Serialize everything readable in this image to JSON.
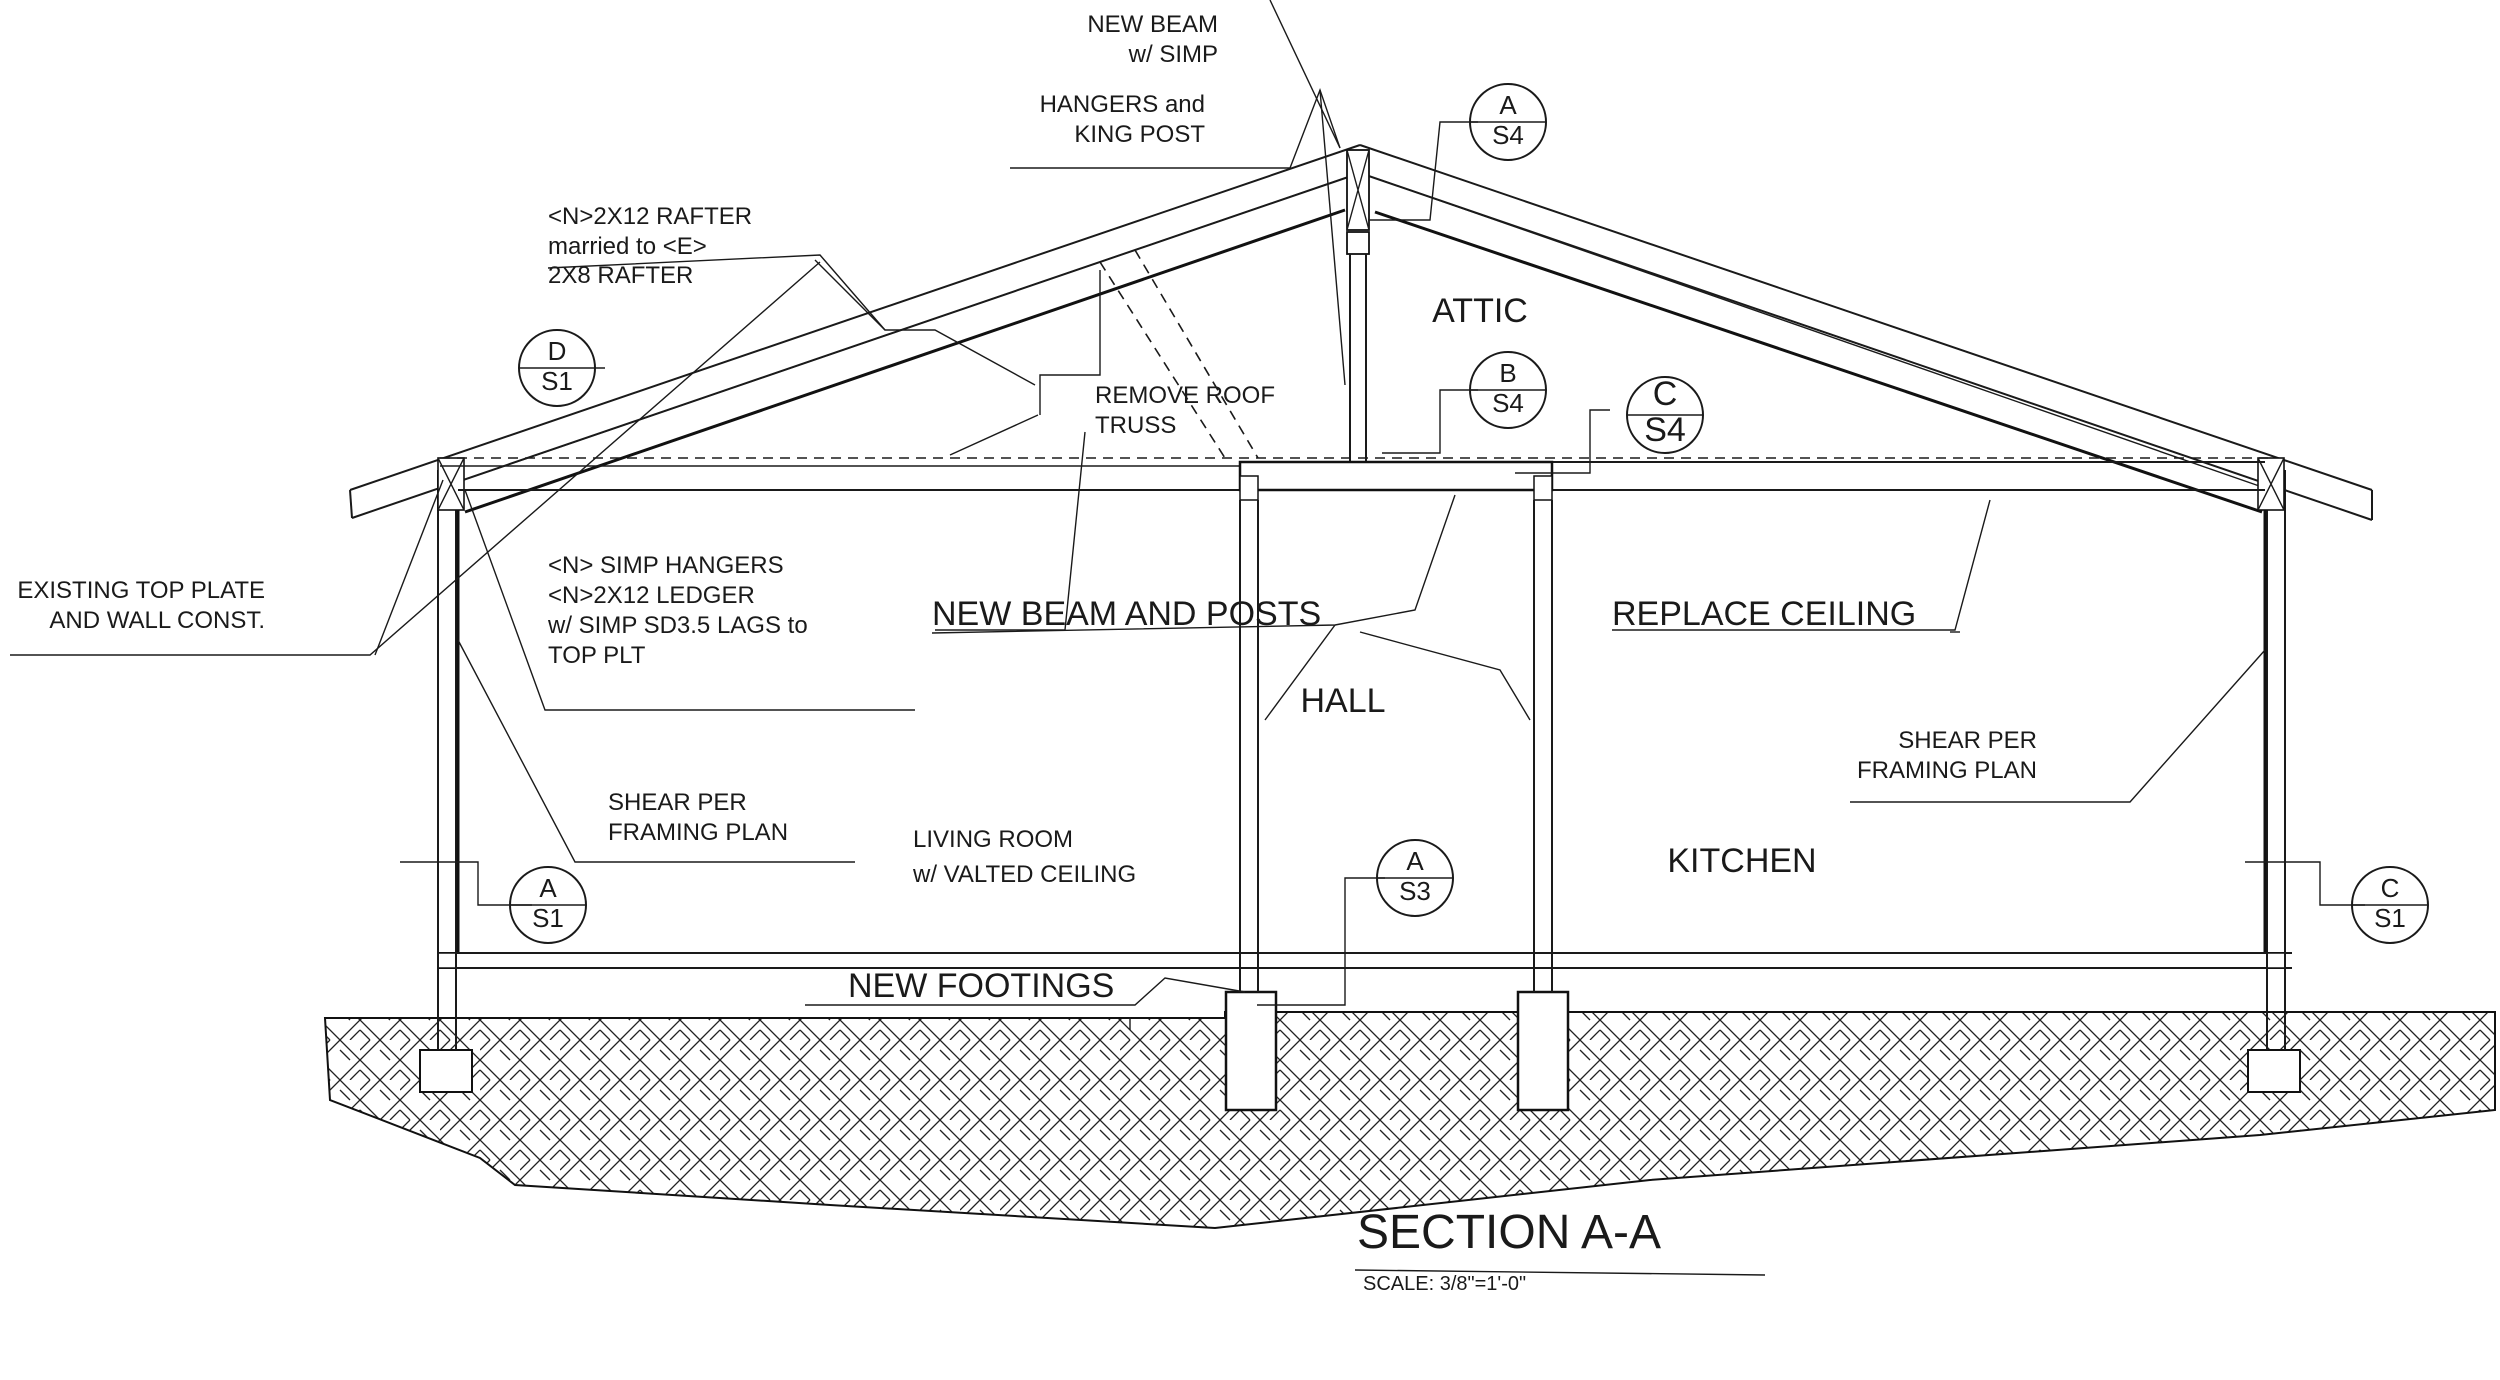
{
  "notes": {
    "new_beam_1": "NEW BEAM",
    "new_beam_2": "w/ SIMP",
    "hangers_1": "HANGERS and",
    "hangers_2": "KING POST",
    "rafter_1": "<N>2X12 RAFTER",
    "rafter_2": "married to <E>",
    "rafter_3": "2X8 RAFTER",
    "remove_1": "REMOVE ROOF",
    "remove_2": "TRUSS",
    "top_plate_1": "EXISTING TOP PLATE",
    "top_plate_2": "AND WALL CONST.",
    "simp_1": "<N> SIMP HANGERS",
    "simp_2": "<N>2X12 LEDGER",
    "simp_3": "w/ SIMP SD3.5 LAGS to",
    "simp_4": "TOP PLT",
    "new_beam_posts": "NEW BEAM AND POSTS",
    "replace_ceiling": "REPLACE CEILING",
    "shear_left_1": "SHEAR  PER",
    "shear_left_2": "FRAMING PLAN",
    "shear_right_1": "SHEAR  PER",
    "shear_right_2": "FRAMING PLAN",
    "new_footings": "NEW FOOTINGS"
  },
  "rooms": {
    "attic": "ATTIC",
    "hall": "HALL",
    "living_1": "LIVING ROOM",
    "living_2": "w/ VALTED CEILING",
    "kitchen": "KITCHEN"
  },
  "tags": [
    {
      "id": "a-s4-top",
      "top": "A",
      "bottom": "S4"
    },
    {
      "id": "d-s1",
      "top": "D",
      "bottom": "S1"
    },
    {
      "id": "b-s4",
      "top": "B",
      "bottom": "S4"
    },
    {
      "id": "c-s4",
      "top": "C",
      "bottom": "S4"
    },
    {
      "id": "a-s1",
      "top": "A",
      "bottom": "S1"
    },
    {
      "id": "a-s3",
      "top": "A",
      "bottom": "S3"
    },
    {
      "id": "c-s1",
      "top": "C",
      "bottom": "S1"
    }
  ],
  "title": "SECTION A-A",
  "scale": "SCALE: 3/8\"=1'-0\""
}
